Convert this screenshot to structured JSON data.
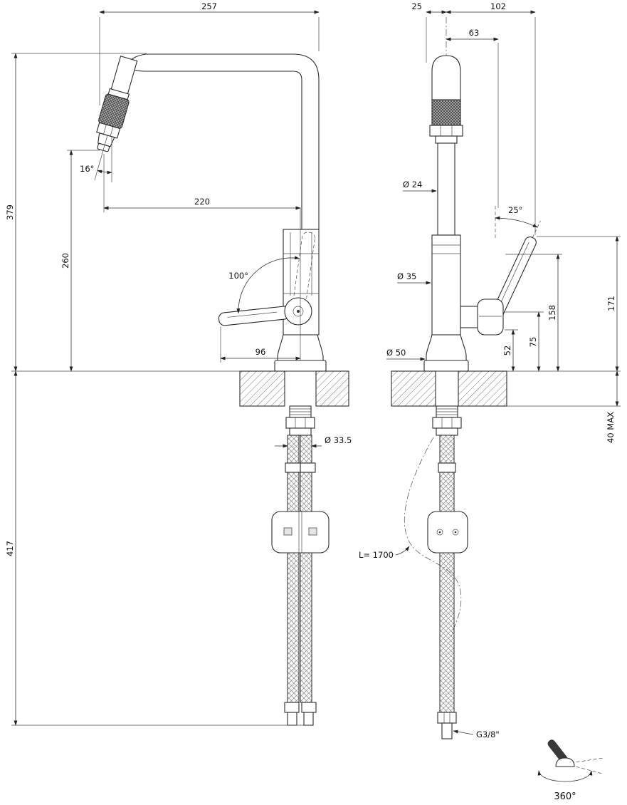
{
  "drawing": {
    "subject": "kitchen mixer tap with pull-out spray — dimensional drawing, front and side views",
    "units": "mm",
    "front_view": {
      "spout_width": "257",
      "height_above_deck": "379",
      "spray_tip_height": "260",
      "spout_reach": "220",
      "spray_head_angle": "16°",
      "handle_swing_angle": "100°",
      "handle_length": "96",
      "hose_drop_below_deck": "417",
      "deck_hole_diameter": "Ø 33.5"
    },
    "side_view": {
      "head_offset": "25",
      "body_depth": "102",
      "handle_offset": "63",
      "spout_tube_diameter": "Ø 24",
      "body_diameter": "Ø 35",
      "base_diameter": "Ø 50",
      "handle_tilt_angle": "25°",
      "handle_tip_height": "171",
      "handle_pivot_height": "158",
      "handle_base_height": "75",
      "body_joint_height": "52",
      "max_deck_thickness": "40 MAX",
      "hose_length": "L= 1700",
      "connection_thread": "G3/8\"",
      "swivel": "360°"
    }
  }
}
